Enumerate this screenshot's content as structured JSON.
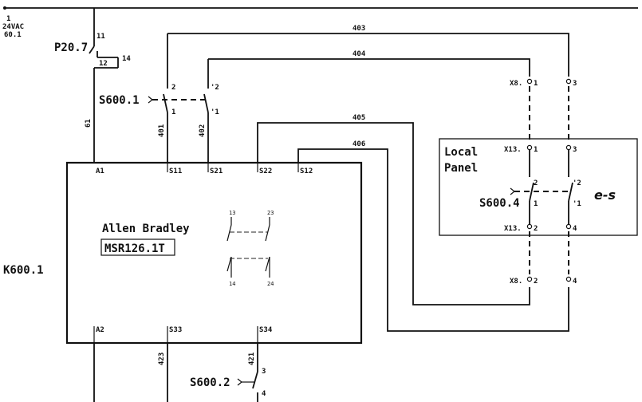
{
  "supply": {
    "index": "1",
    "voltage": "24VAC",
    "ref": "60.1"
  },
  "p20_7": {
    "tag": "P20.7",
    "pin_a": "11",
    "pin_b": "12",
    "pin_c": "14"
  },
  "wires": {
    "w61": "61",
    "w401": "401",
    "w402": "402",
    "w403": "403",
    "w404": "404",
    "w405": "405",
    "w406": "406",
    "w421": "421",
    "w423": "423"
  },
  "s600_1": {
    "tag": "S600.1",
    "p2a": "2",
    "p2b": "'2",
    "p1a": "1",
    "p1b": "'1"
  },
  "s600_2": {
    "tag": "S600.2",
    "p3": "3",
    "p4": "4"
  },
  "s600_4": {
    "tag": "S600.4",
    "p2a": "2",
    "p2b": "'2",
    "p1a": "1",
    "p1b": "'1",
    "note": "e-s"
  },
  "relay": {
    "tag": "K600.1",
    "maker": "Allen Bradley",
    "model": "MSR126.1T",
    "terminals": {
      "a1": "A1",
      "s11": "S11",
      "s21": "S21",
      "s22": "S22",
      "s12": "S12",
      "a2": "A2",
      "s33": "S33",
      "s34": "S34"
    },
    "contacts": {
      "c13": "13",
      "c23": "23",
      "c14": "14",
      "c24": "24"
    }
  },
  "local_panel": {
    "line1": "Local",
    "line2": "Panel"
  },
  "terminals": {
    "x8_top": {
      "tag": "X8.",
      "left": "1",
      "right": "3"
    },
    "x13_top": {
      "tag": "X13.",
      "left": "1",
      "right": "3"
    },
    "x13_bot": {
      "tag": "X13.",
      "left": "2",
      "right": "4"
    },
    "x8_bot": {
      "tag": "X8.",
      "left": "2",
      "right": "4"
    }
  }
}
